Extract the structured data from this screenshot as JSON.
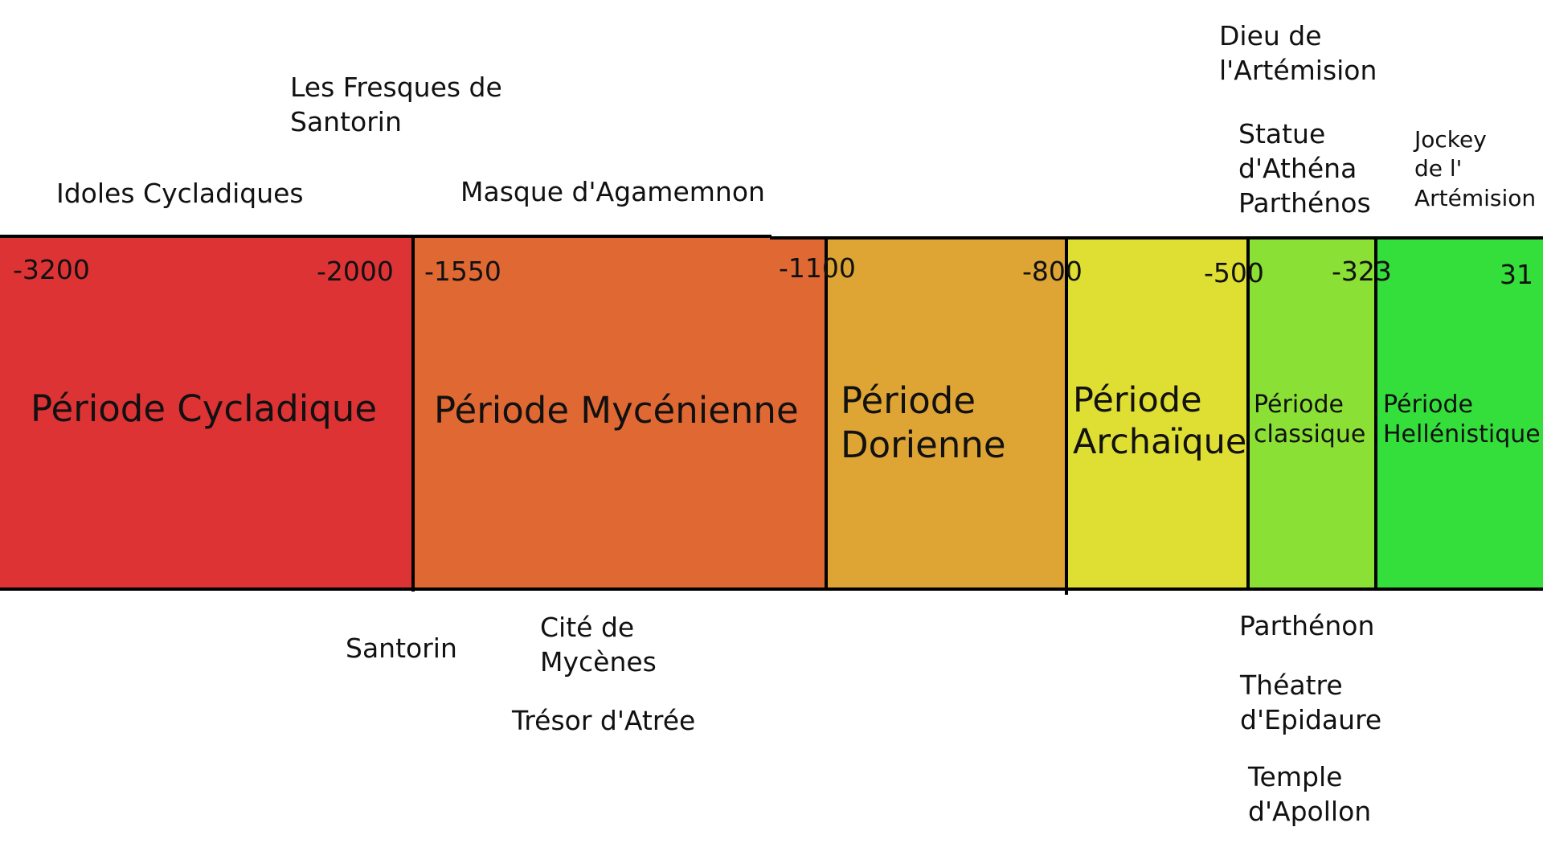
{
  "periods": [
    {
      "name": "Période Cycladique",
      "color": "#de3334"
    },
    {
      "name": "Période Mycénienne",
      "color": "#e06933"
    },
    {
      "name": "Période\nDorienne",
      "color": "#dea534"
    },
    {
      "name": "Période\nArchaïque",
      "color": "#dfde33"
    },
    {
      "name": "Période\nclassique",
      "color": "#8ae034"
    },
    {
      "name": "Période\nHellénistique",
      "color": "#34df3b"
    }
  ],
  "ticks": [
    "-3200",
    "-2000",
    "-1550",
    "-1100",
    "-800",
    "-500",
    "-323",
    "31"
  ],
  "artworks_above": [
    "Idoles Cycladiques",
    "Les Fresques de\nSantorin",
    "Masque d'Agamemnon",
    "Dieu de\nl'Artémision",
    "Statue\nd'Athéna\nParthénos",
    "Jockey\nde l'\nArtémision"
  ],
  "monuments_below": [
    "Santorin",
    "Cité de\nMycènes",
    "Trésor d'Atrée",
    "Parthénon",
    "Théatre\nd'Epidaure",
    "Temple\nd'Apollon"
  ]
}
